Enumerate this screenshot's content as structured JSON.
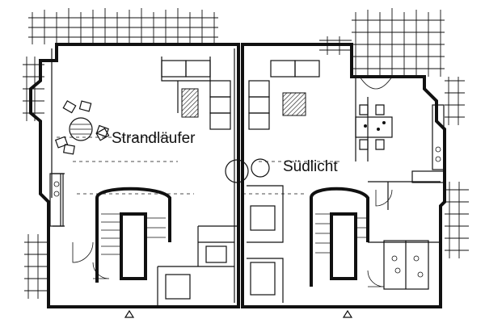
{
  "diagram": {
    "type": "floor-plan",
    "units": [
      {
        "id": "left",
        "label": "Strandläufer"
      },
      {
        "id": "right",
        "label": "Südlicht"
      }
    ]
  },
  "colors": {
    "ink": "#111111",
    "paper": "#ffffff"
  },
  "icons": [
    "paving-grid",
    "dining-table",
    "round-table",
    "fireplace",
    "sofa",
    "bed",
    "stair",
    "door-swing",
    "kitchen-counter",
    "entrance-arrow"
  ]
}
